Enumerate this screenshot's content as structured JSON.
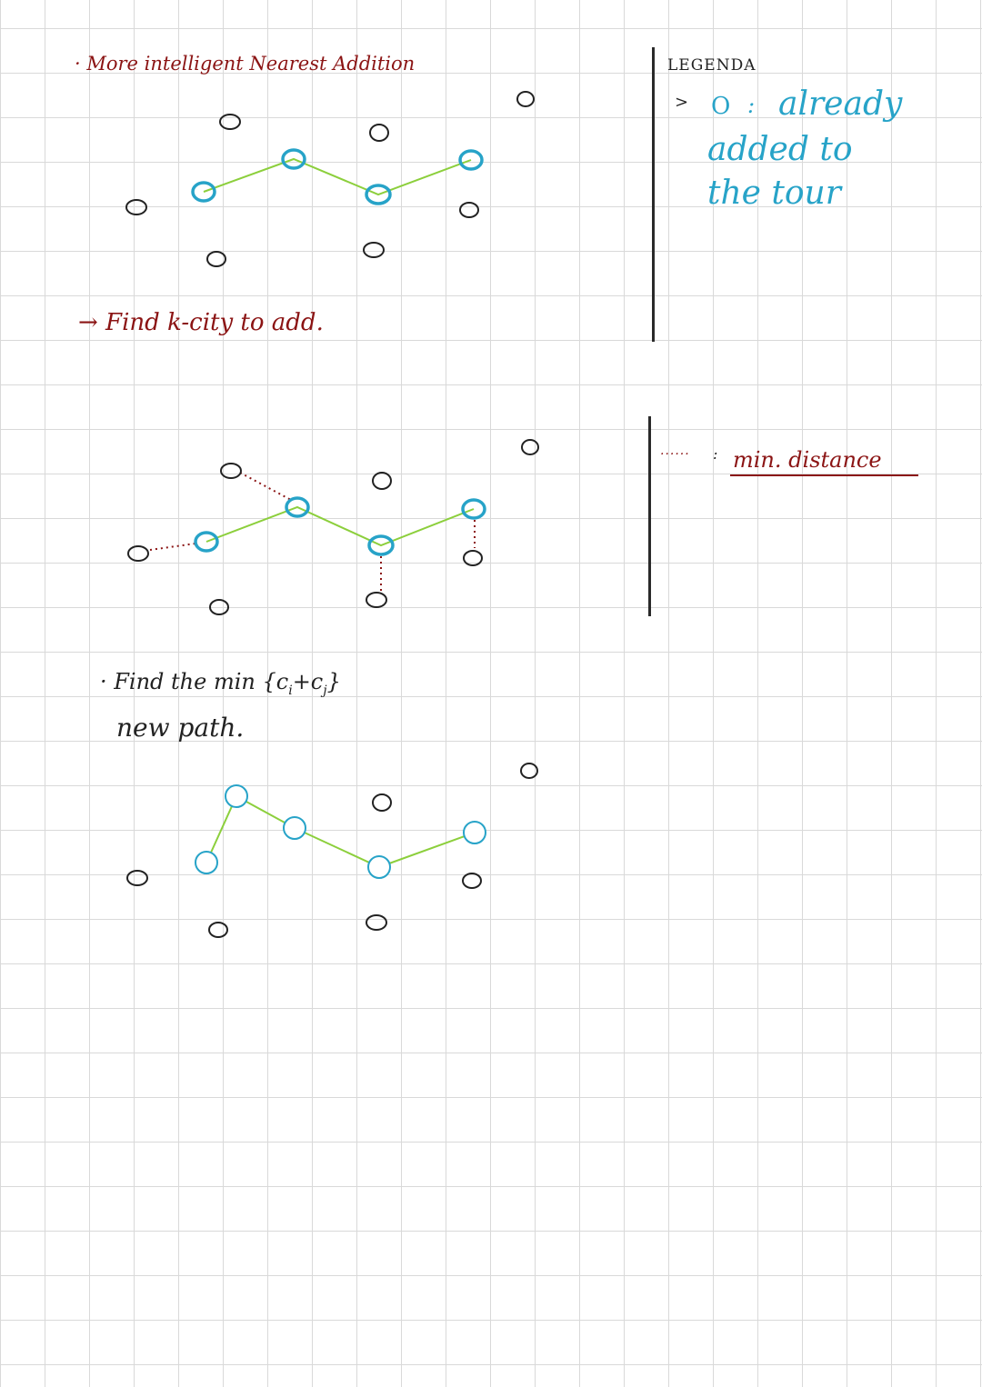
{
  "notes": {
    "title": "· More intelligent Nearest Addition",
    "step1": "→ Find  k-city to add.",
    "step2_line1": "· Find the min {c",
    "step2_sub": "i",
    "step2_mid": "+c",
    "step2_sub2": "j",
    "step2_end": "}",
    "step2_line2": "new path."
  },
  "legend": {
    "title": "LEGENDA",
    "bullet": ">",
    "symbol": "O",
    "colon": ":",
    "already_line1": "already",
    "already_line2": "added to",
    "already_line3": "the tour",
    "dots": "......",
    "colon2": ":",
    "min_distance": "min. distance"
  },
  "colors": {
    "ink_red": "#8b1414",
    "ink_blue": "#27a3c8",
    "tour_edge": "#8ccf3c",
    "ink_black": "#222222",
    "dotted_red": "#8b1414"
  }
}
